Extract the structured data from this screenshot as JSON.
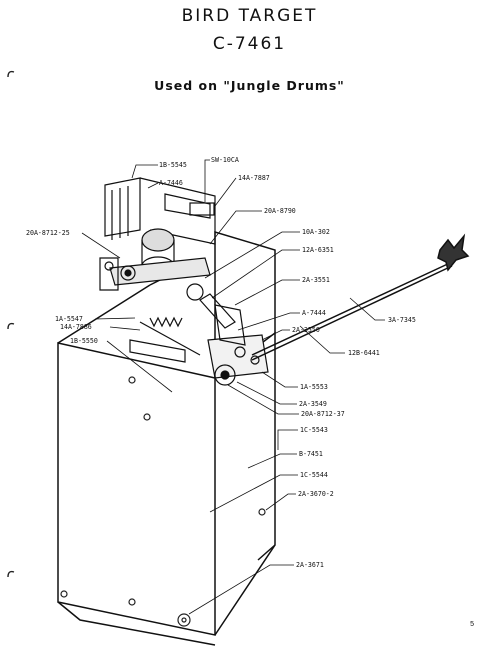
{
  "title_line1": "BIRD TARGET",
  "title_line2": "C-7461",
  "subtitle": "Used on \"Jungle Drums\"",
  "page_number": "5",
  "labels": {
    "l1": "1B-5545",
    "l2": "SW-10CA",
    "l3": "A-7446",
    "l4": "14A-7887",
    "l5": "20A-8790",
    "l6": "20A-8712-25",
    "l7": "10A-302",
    "l8": "12A-6351",
    "l9": "2A-3551",
    "l10": "A-7444",
    "l11": "2A-3550",
    "l12": "1A-5547",
    "l13": "14A-7886",
    "l14": "1B-5550",
    "l15": "3A-7345",
    "l16": "12B-6441",
    "l17": "1A-5553",
    "l18": "2A-3549",
    "l19": "20A-8712-37",
    "l20": "1C-5543",
    "l21": "B-7451",
    "l22": "1C-5544",
    "l23": "2A-3670-2",
    "l24": "2A-3671"
  }
}
